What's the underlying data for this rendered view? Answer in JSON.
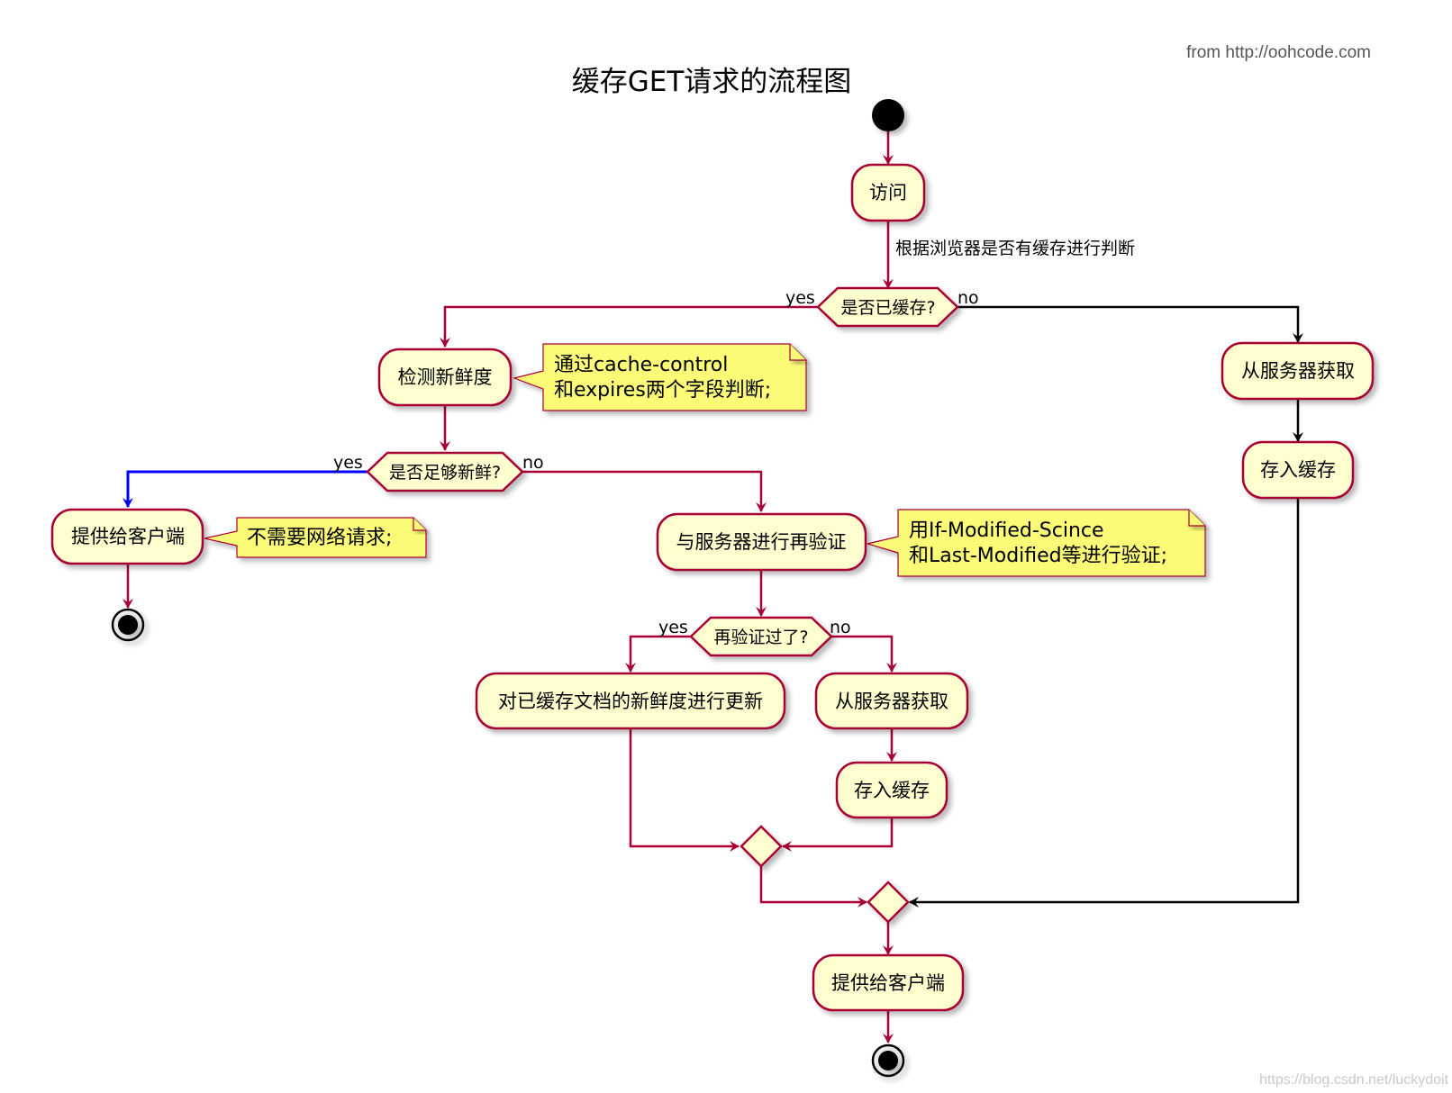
{
  "header": {
    "source": "from http://oohcode.com",
    "title": "缓存GET请求的流程图"
  },
  "watermark": "https://blog.csdn.net/luckydoit",
  "colors": {
    "activity_fill": "#FEFECE",
    "border": "#A80036",
    "note_fill": "#FBFB77",
    "arrow_yes_fresh": "#0000FF",
    "arrow_no_cache": "#000000"
  },
  "activities": {
    "visit": "访问",
    "check_freshness": "检测新鲜度",
    "serve_client_1": "提供给客户端",
    "revalidate": "与服务器进行再验证",
    "fetch_server_1": "从服务器获取",
    "store_cache_1": "存入缓存",
    "update_freshness": "对已缓存文档的新鲜度进行更新",
    "fetch_server_2": "从服务器获取",
    "store_cache_2": "存入缓存",
    "serve_client_2": "提供给客户端"
  },
  "decisions": {
    "is_cached": {
      "label": "是否已缓存?",
      "yes": "yes",
      "no": "no"
    },
    "is_fresh": {
      "label": "是否足够新鲜?",
      "yes": "yes",
      "no": "no"
    },
    "revalidated": {
      "label": "再验证过了?",
      "yes": "yes",
      "no": "no"
    }
  },
  "edge_labels": {
    "judge_by_cache": "根据浏览器是否有缓存进行判断"
  },
  "notes": {
    "freshness_note": [
      "通过cache-control",
      "和expires两个字段判断;"
    ],
    "no_request_note": [
      "不需要网络请求;"
    ],
    "revalidate_note": [
      "用If-Modified-Scince",
      "和Last-Modified等进行验证;"
    ]
  }
}
